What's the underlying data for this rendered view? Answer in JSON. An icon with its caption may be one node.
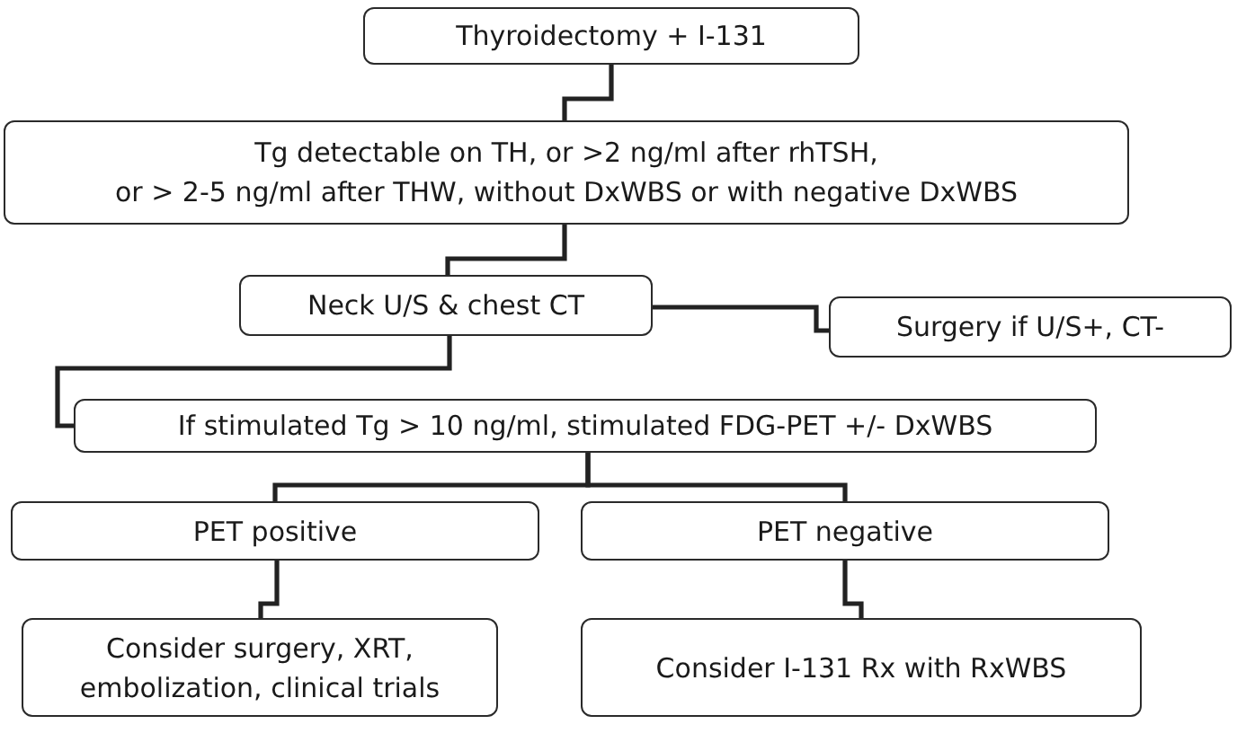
{
  "diagram": {
    "nodes": [
      {
        "text": [
          "Thyroidectomy + I-131"
        ]
      },
      {
        "text": [
          "Tg detectable on TH, or >2 ng/ml after rhTSH, or > 2-5 ng/ml after THW, without DxWBS or with negative DxWBS"
        ]
      },
      {
        "text": [
          "Neck U/S & chest CT"
        ]
      },
      {
        "text": [
          "Surgery if U/S+, CT-"
        ]
      },
      {
        "text": [
          "If stimulated Tg > 10 ng/ml, stimulated FDG-PET +/- DxWBS"
        ]
      },
      {
        "text": [
          "PET positive"
        ]
      },
      {
        "text": [
          "PET negative"
        ]
      },
      {
        "text": [
          "Consider surgery, XRT, embolization, clinical trials"
        ]
      },
      {
        "text": [
          "Consider I-131 Rx with RxWBS"
        ]
      }
    ],
    "edges": [
      {
        "from": 0,
        "to": 1,
        "arrow": "none"
      },
      {
        "from": 1,
        "to": 2,
        "arrow": "none"
      },
      {
        "from": 2,
        "to": 3,
        "arrow": "none"
      },
      {
        "from": 2,
        "to": 4,
        "arrow": "none"
      },
      {
        "from": 4,
        "to": 5,
        "arrow": "none"
      },
      {
        "from": 4,
        "to": 6,
        "arrow": "none"
      },
      {
        "from": 5,
        "to": 7,
        "arrow": "none"
      },
      {
        "from": 6,
        "to": 8,
        "arrow": "none"
      }
    ]
  }
}
